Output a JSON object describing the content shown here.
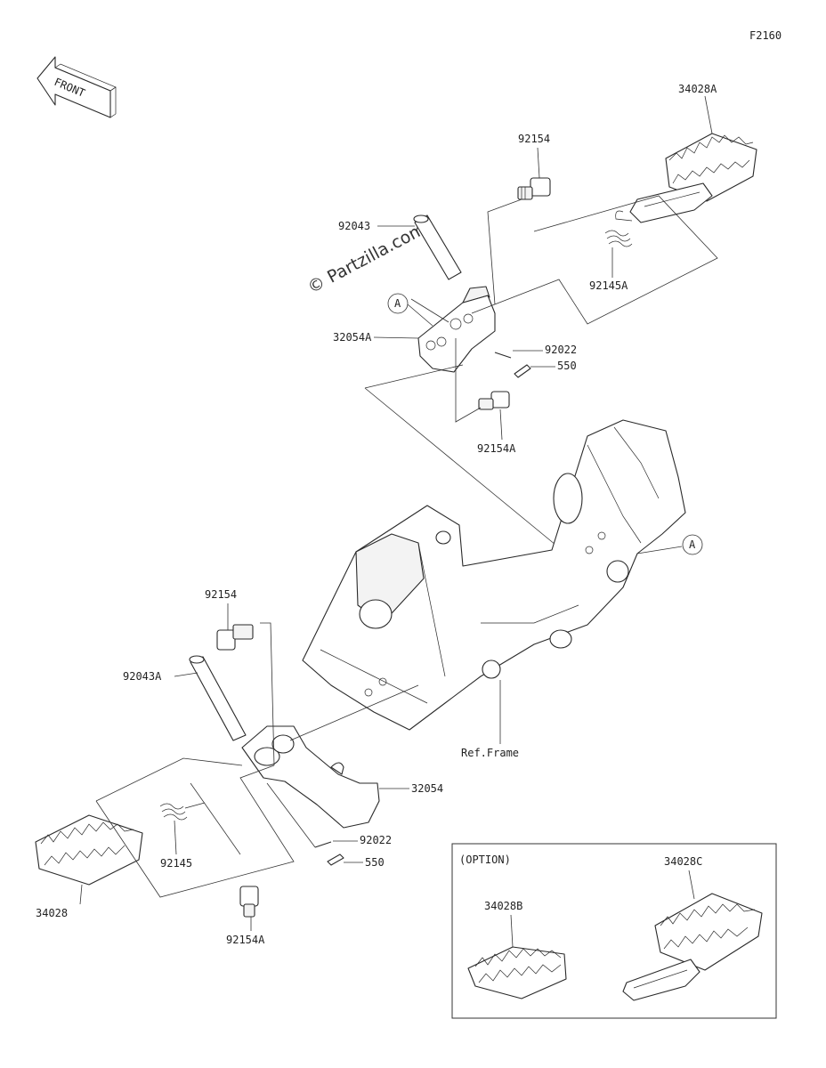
{
  "diagram": {
    "code": "F2160",
    "front_label": "FRONT",
    "watermark": "© Partzilla.com",
    "ref_marker": "A",
    "labels": {
      "p34028A": "34028A",
      "p92154_top": "92154",
      "p92043": "92043",
      "p92145A": "92145A",
      "p32054A": "32054A",
      "p92022_top": "92022",
      "p550_top": "550",
      "p92154A_top": "92154A",
      "p92154_bottom": "92154",
      "p92043A": "92043A",
      "ref_frame": "Ref.Frame",
      "p32054": "32054",
      "p92022_bottom": "92022",
      "p550_bottom": "550",
      "p92145": "92145",
      "p34028": "34028",
      "p92154A_bottom": "92154A"
    },
    "option_box": {
      "title": "(OPTION)",
      "p34028B": "34028B",
      "p34028C": "34028C"
    }
  }
}
